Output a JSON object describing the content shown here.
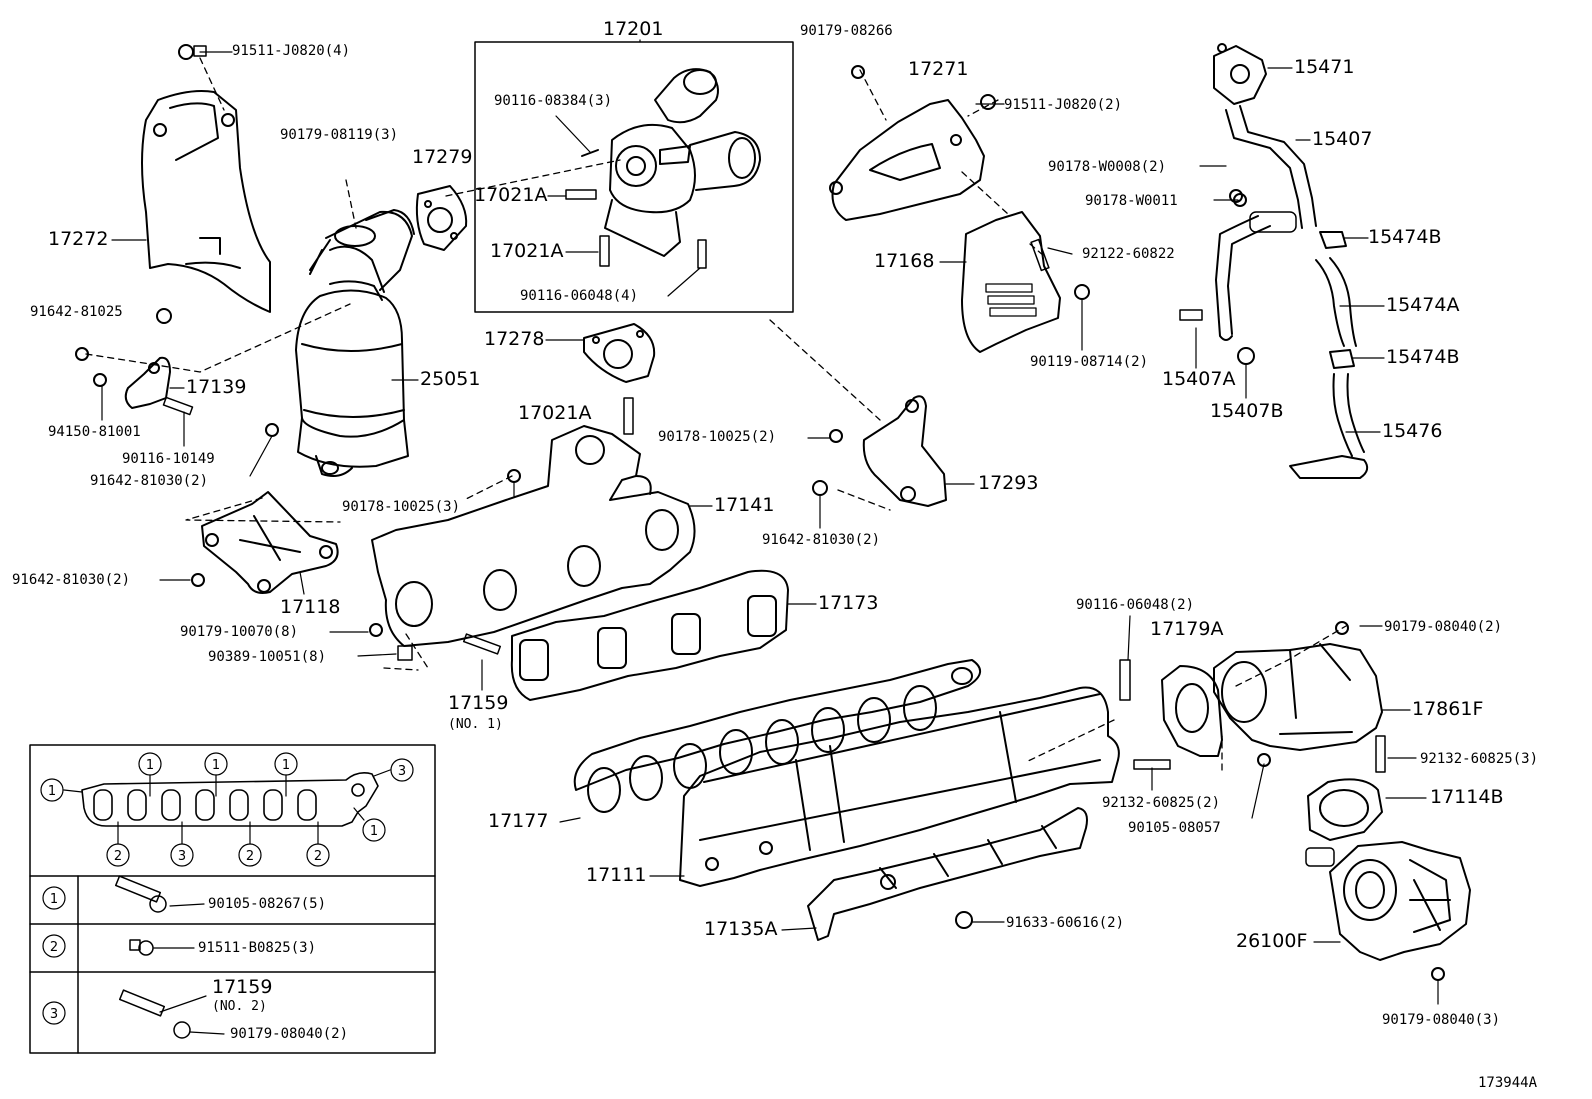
{
  "diagram_id": "173944A",
  "callouts": {
    "p17201": "17201",
    "p17271": "17271",
    "p90179_08266": "90179-08266",
    "p91511_J0820_4": "91511-J0820(4)",
    "p91511_J0820_2": "91511-J0820(2)",
    "p15471": "15471",
    "p15407": "15407",
    "p90178_W0008": "90178-W0008(2)",
    "p90178_W0011": "90178-W0011",
    "p15474B_a": "15474B",
    "p15474A": "15474A",
    "p15474B_b": "15474B",
    "p15407A": "15407A",
    "p15407B": "15407B",
    "p15476": "15476",
    "p90116_08384": "90116-08384(3)",
    "p90179_08119": "90179-08119(3)",
    "p17279": "17279",
    "p17021A_1": "17021A",
    "p17021A_2": "17021A",
    "p17021A_3": "17021A",
    "p90116_06048_4": "90116-06048(4)",
    "p17272": "17272",
    "p17168": "17168",
    "p92122_60822": "92122-60822",
    "p90119_08714": "90119-08714(2)",
    "p91642_81025": "91642-81025",
    "p17278": "17278",
    "p17139": "17139",
    "p25051": "25051",
    "p94150_81001": "94150-81001",
    "p90116_10149": "90116-10149",
    "p91642_81030_a": "91642-81030(2)",
    "p90178_10025_a": "90178-10025(2)",
    "p90178_10025_b": "90178-10025(3)",
    "p17293": "17293",
    "p17141": "17141",
    "p91642_81030_b": "91642-81030(2)",
    "p91642_81030_c": "91642-81030(2)",
    "p17118": "17118",
    "p17173": "17173",
    "p90179_10070": "90179-10070(8)",
    "p90389_10051": "90389-10051(8)",
    "p90116_06048_2": "90116-06048(2)",
    "p17179A": "17179A",
    "p90179_08040_2a": "90179-08040(2)",
    "p17159": "17159",
    "p17159_no1": "(NO. 1)",
    "p17861F": "17861F",
    "p92132_60825_3": "92132-60825(3)",
    "p92132_60825_2": "92132-60825(2)",
    "p17114B": "17114B",
    "p90105_08057": "90105-08057",
    "p17177": "17177",
    "p17111": "17111",
    "p17135A": "17135A",
    "p91633_60616": "91633-60616(2)",
    "p26100F": "26100F",
    "p90179_08040_3": "90179-08040(3)"
  },
  "legend": {
    "markers": [
      "1",
      "2",
      "3"
    ],
    "row1_part": "90105-08267(5)",
    "row2_part": "91511-B0825(3)",
    "row3_part": "17159",
    "row3_sub": "(NO. 2)",
    "row3_part2": "90179-08040(2)"
  }
}
